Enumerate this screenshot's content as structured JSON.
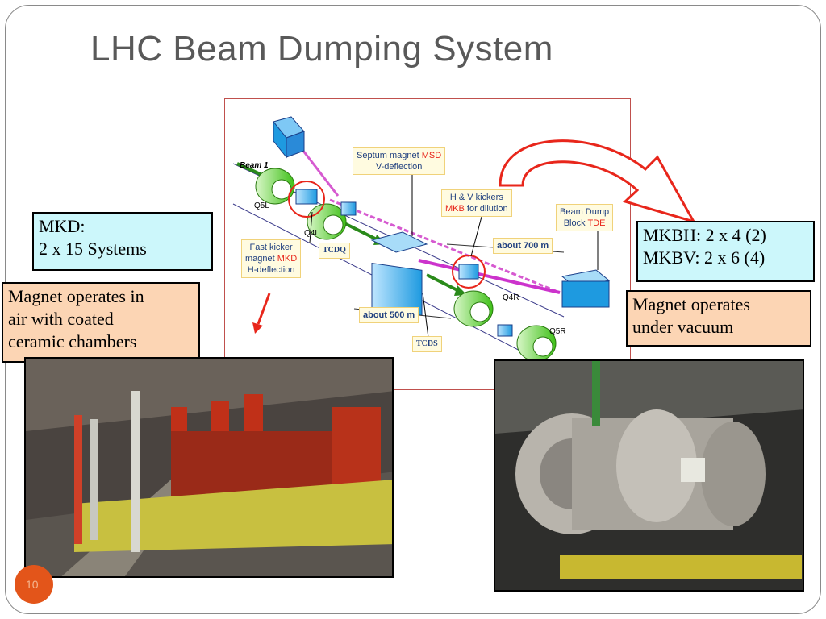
{
  "slide": {
    "title": "LHC Beam Dumping System",
    "page_number": "10"
  },
  "diagram": {
    "beam_label": "Beam 1",
    "q5l": "Q5L",
    "q4l": "Q4L",
    "q4r": "Q4R",
    "q5r": "Q5R",
    "tcdq": "TCDQ",
    "tcds": "TCDS",
    "septum_line1": "Septum magnet ",
    "septum_red": "MSD",
    "septum_line2": "V-deflection",
    "kickers_line1": "H & V kickers",
    "kickers_red": "MKB",
    "kickers_line2": " for dilution",
    "dump_line1": "Beam Dump",
    "dump_line2": "Block ",
    "dump_red": "TDE",
    "fast_line1": "Fast kicker",
    "fast_line2": "magnet ",
    "fast_red": "MKD",
    "fast_line3": "H-deflection",
    "dist_700": "about 700 m",
    "dist_500": "about 500 m"
  },
  "callouts": {
    "mkd_line1": "MKD:",
    "mkd_line2": "2 x 15 Systems",
    "mkb_line1": "MKBH: 2 x 4  (2)",
    "mkb_line2": "MKBV: 2 x 6  (4)",
    "air_line1": "Magnet operates in",
    "air_line2": "air with coated",
    "air_line3": "ceramic chambers",
    "vac_line1": "Magnet operates",
    "vac_line2": "under vacuum"
  },
  "colors": {
    "accent_orange": "#e3551a",
    "callout_cyan": "#ccf7fb",
    "callout_peach": "#fcd5b4",
    "highlight_red": "#e8261b",
    "magnet_blue": "#1e9ae0",
    "quad_green": "#5bd42a"
  }
}
